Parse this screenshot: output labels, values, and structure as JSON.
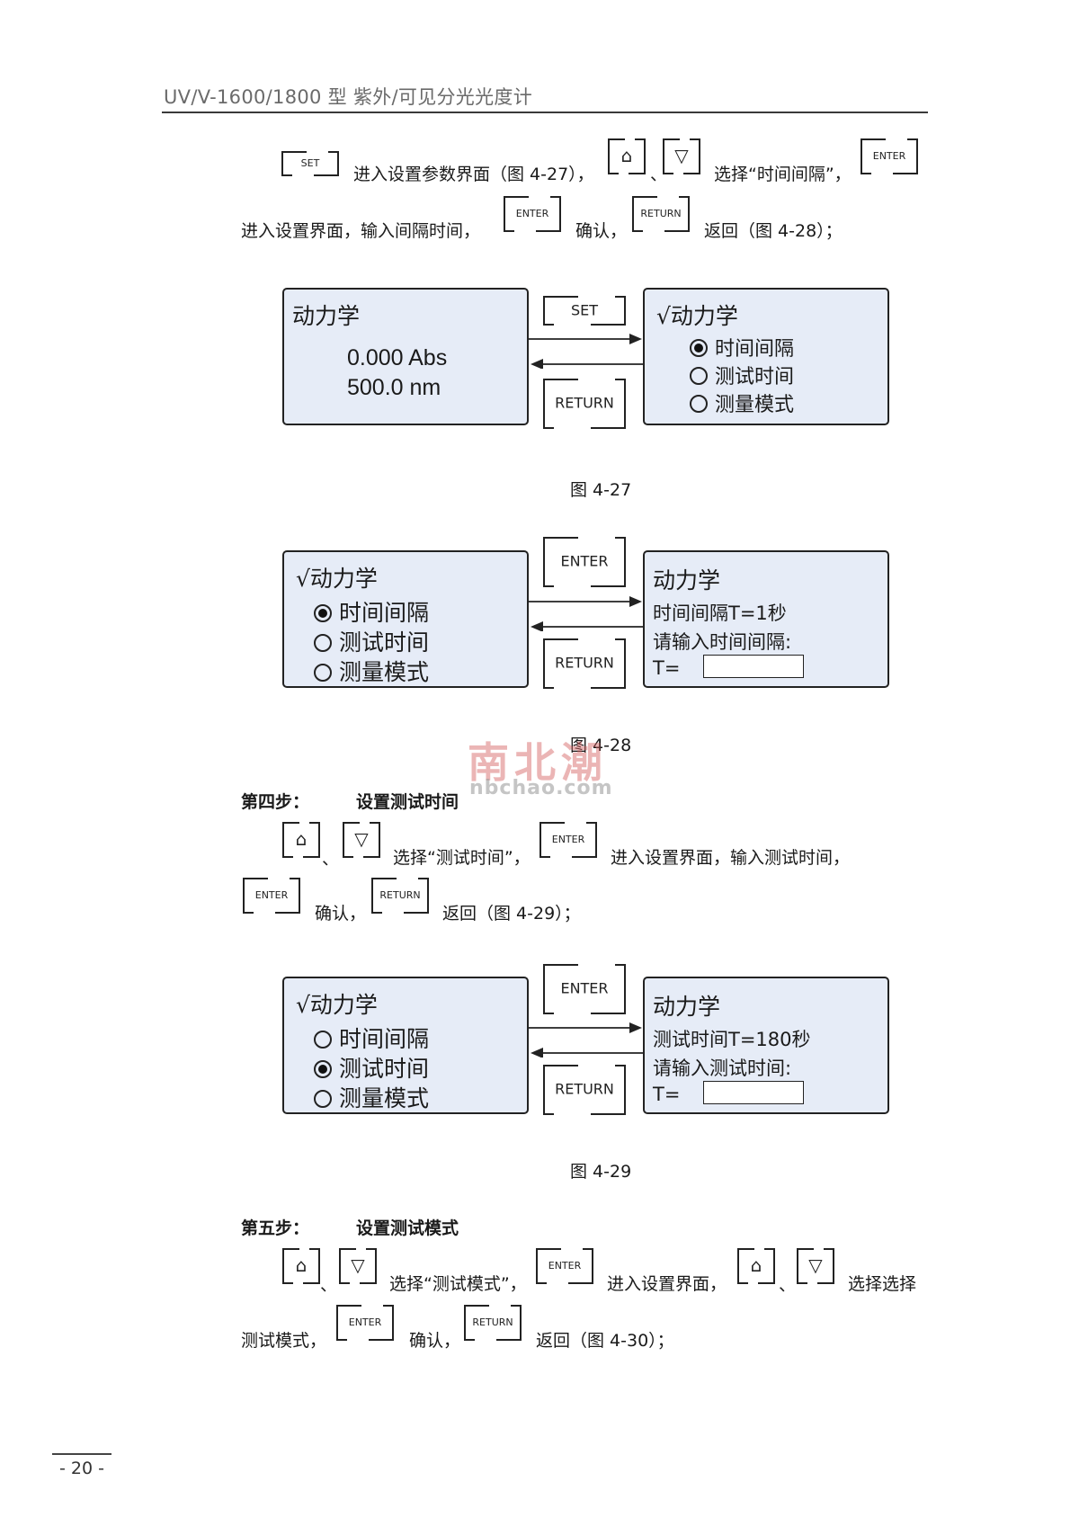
{
  "header": {
    "title": "UV/V-1600/1800 型  紫外/可见分光光度计"
  },
  "keys": {
    "set": "SET",
    "enter": "ENTER",
    "return": "RETURN",
    "up": "up-arrow",
    "down": "down-arrow"
  },
  "step3_text": {
    "l1_a": "进入设置参数界面（图 4-27），",
    "l1_sep": "、",
    "l1_b": "选择“时间间隔”，",
    "l2_a": "进入设置界面，输入间隔时间，",
    "l2_b": "确认，",
    "l2_c": "返回（图 4-28）；"
  },
  "fig27": {
    "left": {
      "title": "动力学",
      "abs": "0.000 Abs",
      "nm": "500.0 nm"
    },
    "right": {
      "title": "√动力学",
      "opt1": "时间间隔",
      "opt2": "测试时间",
      "opt3": "测量模式"
    },
    "caption": "图 4-27"
  },
  "fig28": {
    "left": {
      "title": "√动力学",
      "opt1": "时间间隔",
      "opt2": "测试时间",
      "opt3": "测量模式"
    },
    "right": {
      "title": "动力学",
      "l1": "时间间隔T=1秒",
      "l2": "请输入时间间隔:",
      "l3": "T="
    },
    "caption": "图 4-28"
  },
  "watermark": {
    "cn": "南北潮",
    "en": "nbchao.com"
  },
  "step4": {
    "heading": "第四步：",
    "title": "设置测试时间",
    "l1_sep": "、",
    "l1_a": "选择“测试时间”，",
    "l1_b": "进入设置界面，输入测试时间，",
    "l2_a": "确认，",
    "l2_b": "返回（图 4-29）；"
  },
  "fig29": {
    "left": {
      "title": "√动力学",
      "opt1": "时间间隔",
      "opt2": "测试时间",
      "opt3": "测量模式"
    },
    "right": {
      "title": "动力学",
      "l1": "测试时间T=180秒",
      "l2": "请输入测试时间:",
      "l3": "T="
    },
    "caption": "图 4-29"
  },
  "step5": {
    "heading": "第五步：",
    "title": "设置测试模式",
    "l1_sep": "、",
    "l1_a": "选择“测试模式”，",
    "l1_b": "进入设置界面，",
    "l1_sep2": "、",
    "l1_c": "选择选择",
    "l2_a": "测试模式，",
    "l2_b": "确认，",
    "l2_c": "返回（图 4-30）；"
  },
  "footer": {
    "page": "- 20 -"
  }
}
